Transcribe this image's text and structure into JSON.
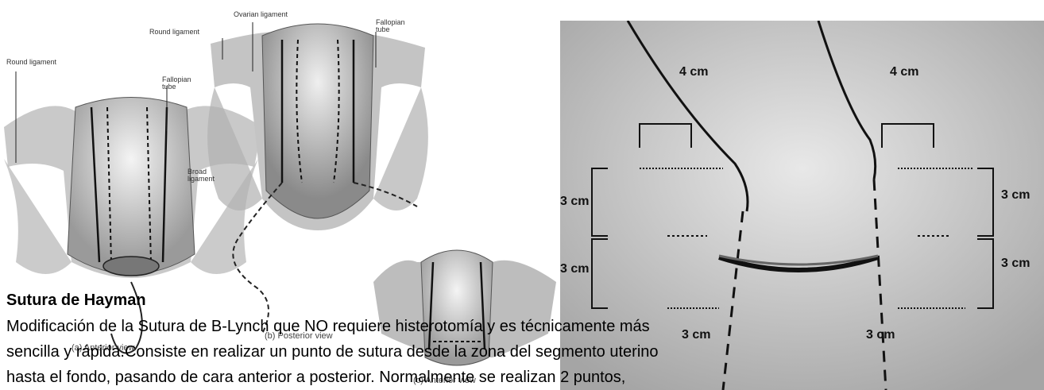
{
  "figure_left": {
    "labels": {
      "round_ligament_a": "Round ligament",
      "fallopian_tube_a": "Fallopian\ntube",
      "anterior_view_a": "(a) Anterior view",
      "round_ligament_b": "Round ligament",
      "ovarian_ligament": "Ovarian ligament",
      "fallopian_tube_b": "Fallopian\ntube",
      "broad_ligament": "Broad\nligament",
      "posterior_view_b": "(b) Posterior view",
      "anterior_view_c": "(c) Anterior view"
    }
  },
  "figure_right": {
    "dimensions": {
      "top_left": "4 cm",
      "top_right": "4 cm",
      "mid_left": "3 cm",
      "mid_right": "3 cm",
      "low_left": "3 cm",
      "low_right": "3 cm",
      "bottom_left": "3 cm",
      "bottom_right": "3 cm"
    }
  },
  "text": {
    "heading": "Sutura de Hayman",
    "lines": [
      "Modificación de la Sutura de B-Lynch que NO requiere histerotomía y es técnicamente más",
      "sencilla y rápida.Consiste en realizar un punto de sutura desde la zona del segmento uterino",
      "hasta el fondo, pasando de cara anterior a posterior. Normalmente se realizan 2 puntos,"
    ]
  }
}
